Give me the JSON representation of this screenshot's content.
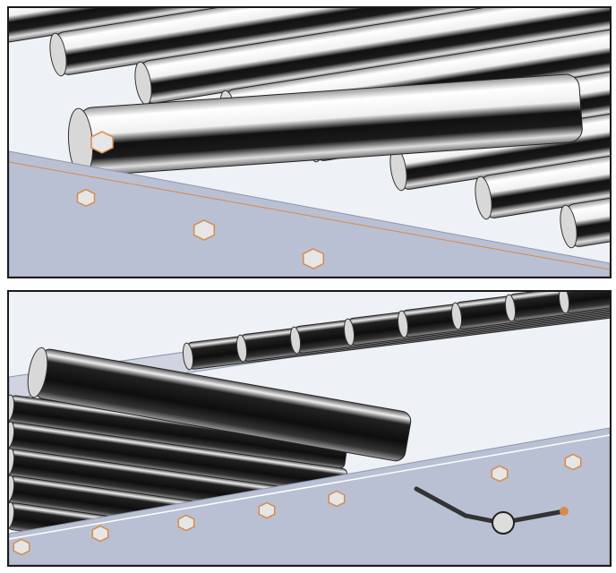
{
  "figure": {
    "panels": [
      {
        "id": "top",
        "subject": "roller-conveyor-closeup-with-hex-bolts"
      },
      {
        "id": "bottom",
        "subject": "roller-conveyor-with-wrench-on-side-rail"
      }
    ]
  },
  "colors": {
    "background": "#eef1f6",
    "rail": "#b9c0d3",
    "rail_edge": "#8e96ad",
    "roller_light": "#f4f4f4",
    "roller_dark": "#151515",
    "bolt_accent": "#d88a4a",
    "border": "#1a1a1a"
  }
}
